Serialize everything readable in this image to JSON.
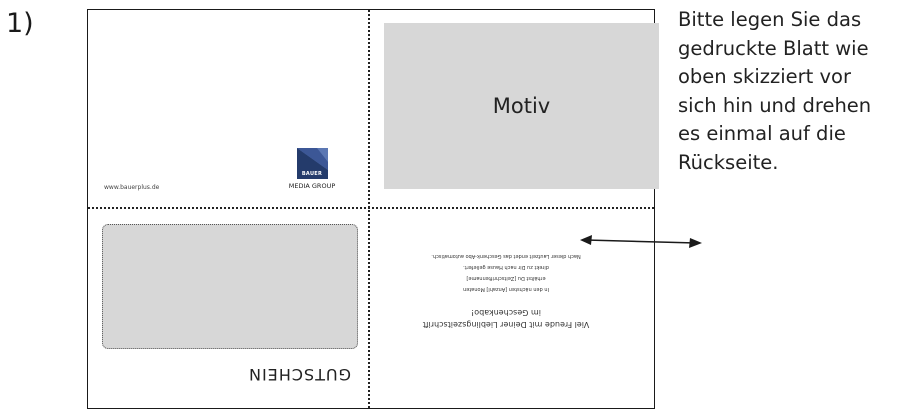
{
  "step_number": "1)",
  "sheet": {
    "motiv_label": "Motiv",
    "url": "www.bauerplus.de",
    "logo": {
      "mark_text": "BAUER",
      "subtitle": "MEDIA GROUP",
      "color": "#243b6b"
    },
    "coupon_label": "GUTSCHEIN",
    "message": {
      "line1": "Viel Freude mit Deiner Lieblingszeitschrift",
      "line2": "im Geschenkabo!",
      "line3": "In den nächsten [Anzahl] Monaten",
      "line4": "erhältst Du [Zeitschriftenname]",
      "line5": "direkt zu Dir nach Hause geliefert.",
      "line6": "Nach dieser Laufzeit endet das Geschenk-Abo automatisch."
    }
  },
  "arrow_icon": "double-headed-arrow",
  "instruction_lines": [
    "Bitte legen Sie das",
    "gedruckte Blatt wie",
    "oben skizziert vor",
    "sich hin und drehen",
    "es einmal auf die",
    "Rückseite."
  ]
}
